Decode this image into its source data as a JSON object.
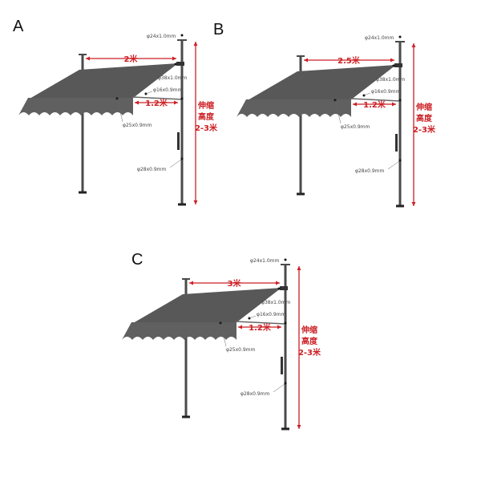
{
  "colors": {
    "awning": "#585858",
    "post": "#4a4a4a",
    "dimension": "#cc1f24"
  },
  "panels": [
    {
      "letter": "A",
      "width_label": "2米",
      "arm_label": "1.2米",
      "height_label": [
        "伸缩",
        "高度",
        "2-3米"
      ],
      "specs": {
        "top": "φ24x1.0mm",
        "upper": "φ38x1.0mm",
        "arm": "φ16x0.9mm",
        "bar": "φ25x0.9mm",
        "post": "φ28x0.9mm"
      }
    },
    {
      "letter": "B",
      "width_label": "2.5米",
      "arm_label": "1.2米",
      "height_label": [
        "伸缩",
        "高度",
        "2-3米"
      ],
      "specs": {
        "top": "φ24x1.0mm",
        "upper": "φ38x1.0mm",
        "arm": "φ16x0.9mm",
        "bar": "φ25x0.9mm",
        "post": "φ28x0.9mm"
      }
    },
    {
      "letter": "C",
      "width_label": "3米",
      "arm_label": "1.2米",
      "height_label": [
        "伸缩",
        "高度",
        "2-3米"
      ],
      "specs": {
        "top": "φ24x1.0mm",
        "upper": "φ38x1.0mm",
        "arm": "φ16x0.9mm",
        "bar": "φ25x0.9mm",
        "post": "φ28x0.9mm"
      }
    }
  ]
}
